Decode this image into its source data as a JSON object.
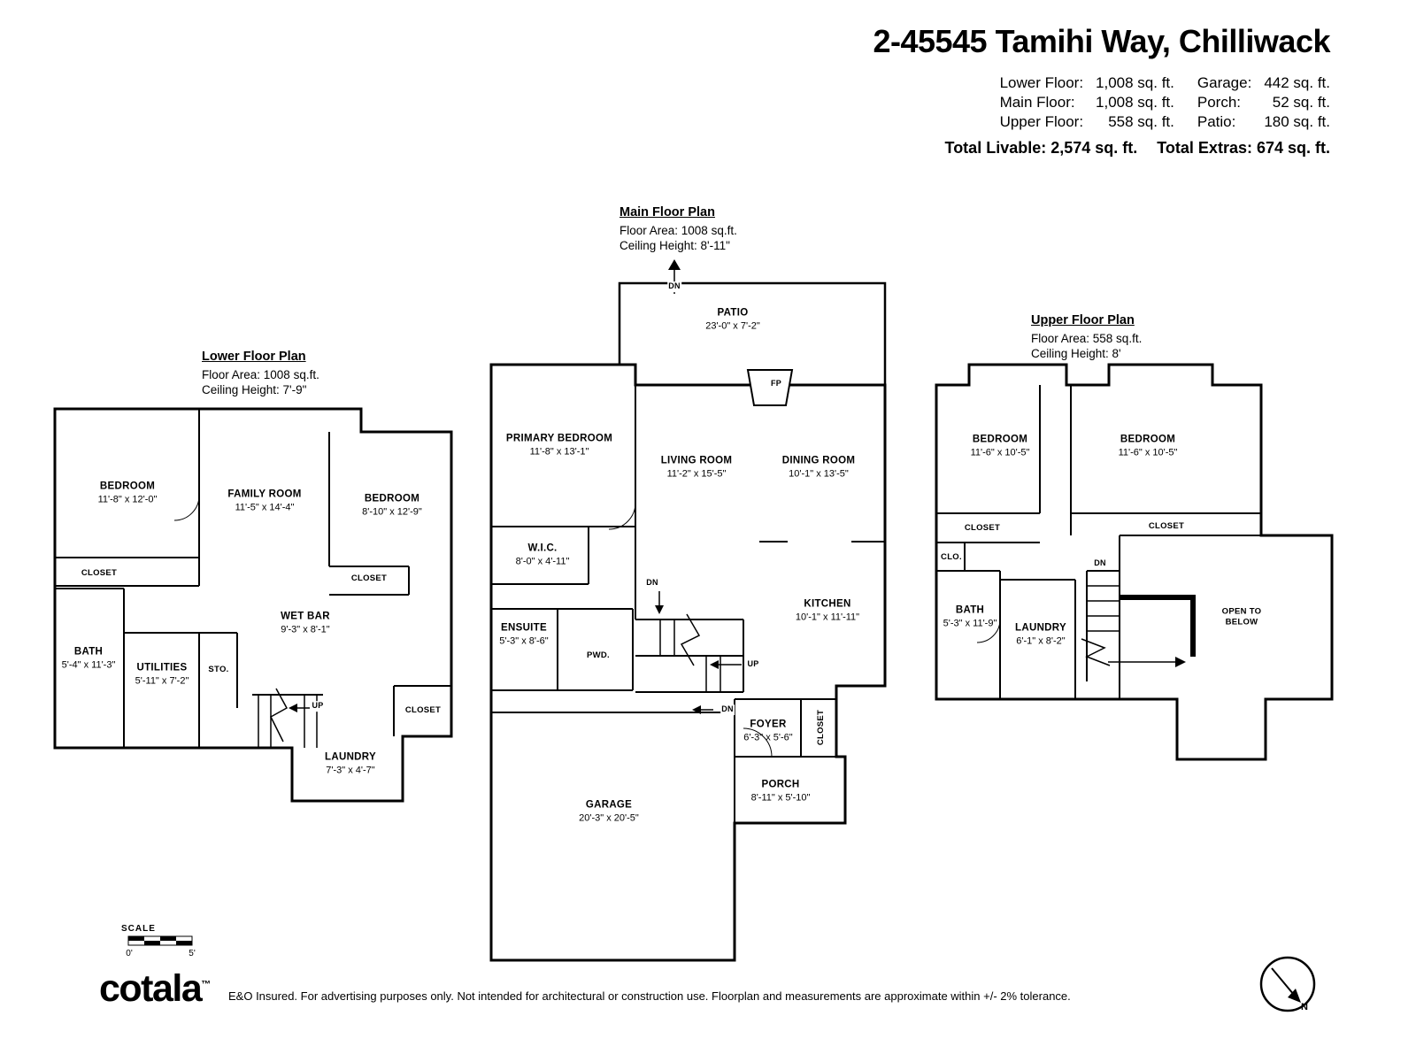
{
  "header": {
    "title": "2-45545 Tamihi Way, Chilliwack",
    "stats_left": [
      {
        "label": "Lower Floor:",
        "value": "1,008 sq. ft."
      },
      {
        "label": "Main Floor:",
        "value": "1,008 sq. ft."
      },
      {
        "label": "Upper Floor:",
        "value": "558 sq. ft."
      }
    ],
    "stats_right": [
      {
        "label": "Garage:",
        "value": "442 sq. ft."
      },
      {
        "label": "Porch:",
        "value": "52 sq. ft."
      },
      {
        "label": "Patio:",
        "value": "180 sq. ft."
      }
    ],
    "total_livable": "Total Livable: 2,574 sq. ft.",
    "total_extras": "Total Extras: 674 sq. ft."
  },
  "plans": {
    "lower": {
      "title": "Lower Floor Plan",
      "floor_area": "Floor Area: 1008 sq.ft.",
      "ceiling": "Ceiling Height: 7'-9\"",
      "up_label": "UP",
      "rooms": [
        {
          "name": "BEDROOM",
          "dims": "11'-8\" x 12'-0\""
        },
        {
          "name": "FAMILY ROOM",
          "dims": "11'-5\" x 14'-4\""
        },
        {
          "name": "BEDROOM",
          "dims": "8'-10\" x 12'-9\""
        },
        {
          "name": "CLOSET"
        },
        {
          "name": "CLOSET"
        },
        {
          "name": "WET BAR",
          "dims": "9'-3\" x 8'-1\""
        },
        {
          "name": "BATH",
          "dims": "5'-4\" x 11'-3\""
        },
        {
          "name": "UTILITIES",
          "dims": "5'-11\" x 7'-2\""
        },
        {
          "name": "STO."
        },
        {
          "name": "CLOSET"
        },
        {
          "name": "LAUNDRY",
          "dims": "7'-3\" x 4'-7\""
        }
      ]
    },
    "main": {
      "title": "Main Floor Plan",
      "floor_area": "Floor Area: 1008 sq.ft.",
      "ceiling": "Ceiling Height: 8'-11\"",
      "up_label": "UP",
      "dn_patio": "DN",
      "dn_mid": "DN",
      "dn_low": "DN",
      "rooms": [
        {
          "name": "PATIO",
          "dims": "23'-0\" x 7'-2\""
        },
        {
          "name": "PRIMARY BEDROOM",
          "dims": "11'-8\" x 13'-1\""
        },
        {
          "name": "LIVING ROOM",
          "dims": "11'-2\" x 15'-5\""
        },
        {
          "name": "DINING ROOM",
          "dims": "10'-1\" x 13'-5\""
        },
        {
          "name": "W.I.C.",
          "dims": "8'-0\" x 4'-11\""
        },
        {
          "name": "ENSUITE",
          "dims": "5'-3\" x 8'-6\""
        },
        {
          "name": "PWD."
        },
        {
          "name": "KITCHEN",
          "dims": "10'-1\" x 11'-11\""
        },
        {
          "name": "FOYER",
          "dims": "6'-3\" x 5'-6\""
        },
        {
          "name": "PORCH",
          "dims": "8'-11\" x 5'-10\""
        },
        {
          "name": "GARAGE",
          "dims": "20'-3\" x 20'-5\""
        },
        {
          "name": "CLOSET"
        },
        {
          "name": "FP"
        }
      ]
    },
    "upper": {
      "title": "Upper Floor Plan",
      "floor_area": "Floor Area: 558 sq.ft.",
      "ceiling": "Ceiling Height: 8'",
      "dn_label": "DN",
      "rooms": [
        {
          "name": "BEDROOM",
          "dims": "11'-6\" x 10'-5\""
        },
        {
          "name": "BEDROOM",
          "dims": "11'-6\" x 10'-5\""
        },
        {
          "name": "CLOSET"
        },
        {
          "name": "CLOSET"
        },
        {
          "name": "CLO."
        },
        {
          "name": "BATH",
          "dims": "5'-3\" x 11'-9\""
        },
        {
          "name": "LAUNDRY",
          "dims": "6'-1\" x 8'-2\""
        },
        {
          "name": "OPEN TO\nBELOW"
        }
      ]
    }
  },
  "footer": {
    "scale_label": "SCALE",
    "scale_start": "0'",
    "scale_end": "5'",
    "logo": "cotala",
    "logo_tm": "™",
    "disclaimer": "E&O Insured. For advertising purposes only. Not intended for architectural or construction use. Floorplan and measurements are approximate within +/- 2% tolerance.",
    "north_label": "N"
  }
}
